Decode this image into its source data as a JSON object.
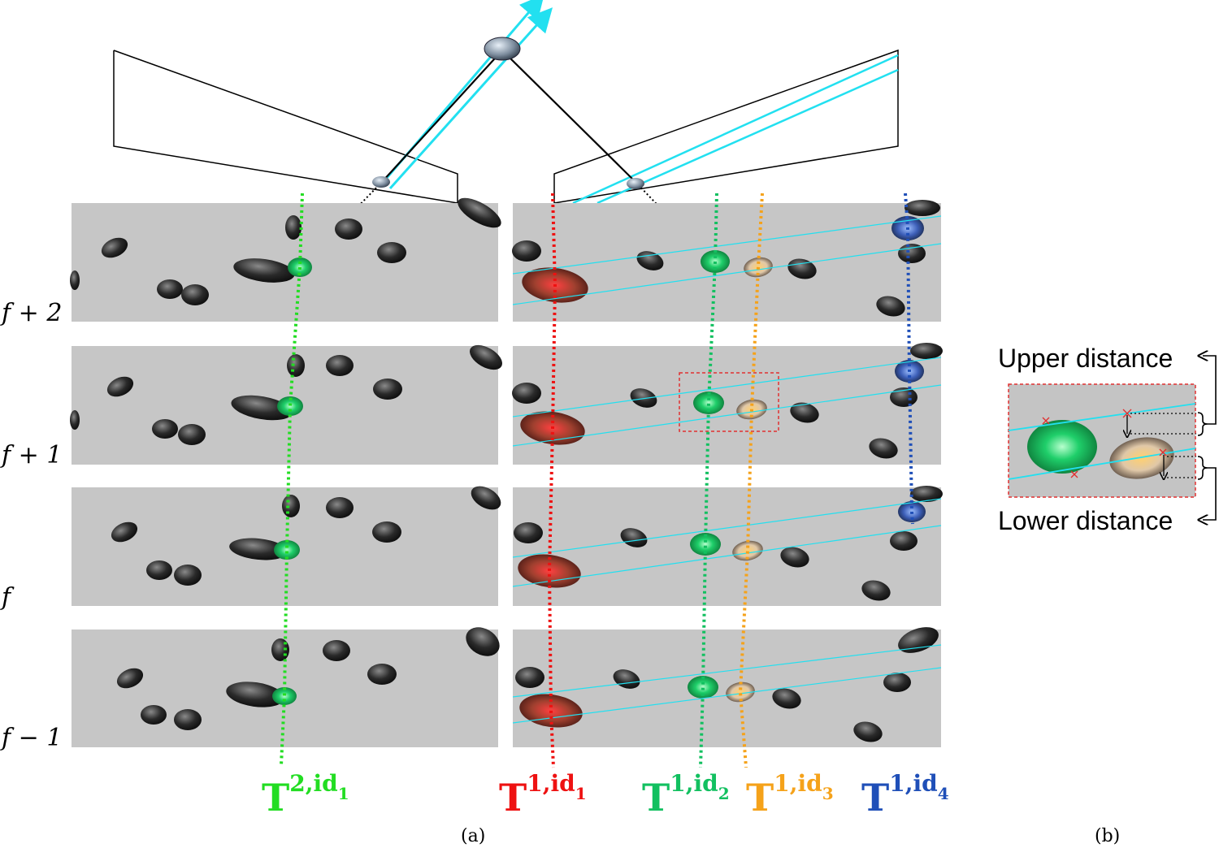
{
  "frame_labels": [
    "f + 2",
    "f + 1",
    "f",
    "f − 1"
  ],
  "trajectory_labels": [
    {
      "base": "T",
      "sup": "2,id",
      "sub": "1",
      "color": "#22dd22"
    },
    {
      "base": "T",
      "sup": "1,id",
      "sub": "1",
      "color": "#ee1111"
    },
    {
      "base": "T",
      "sup": "1,id",
      "sub": "2",
      "color": "#12c060"
    },
    {
      "base": "T",
      "sup": "1,id",
      "sub": "3",
      "color": "#f5a21a"
    },
    {
      "base": "T",
      "sup": "1,id",
      "sub": "4",
      "color": "#1f4fb8"
    }
  ],
  "inset": {
    "upper_label": "Upper distance",
    "lower_label": "Lower distance"
  },
  "captions": {
    "a": "(a)",
    "b": "(b)"
  },
  "colors": {
    "cyan": "#22e0f0",
    "green_left": "#22dd22",
    "red": "#ee1111",
    "green_right": "#12c060",
    "orange": "#f5a21a",
    "blue": "#1f4fb8",
    "panel_bg": "#c6c6c6"
  }
}
